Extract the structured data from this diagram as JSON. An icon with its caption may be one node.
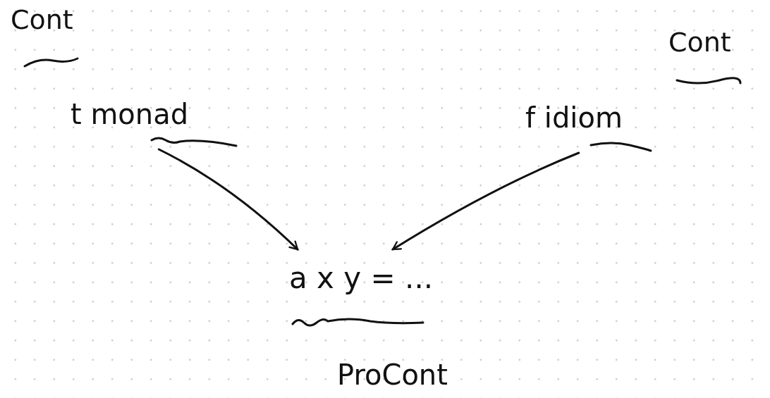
{
  "diagram": {
    "nodes": [
      {
        "text": [
          "t monad"
        ]
      },
      {
        "text": [
          "f idiom"
        ]
      },
      {
        "text": [
          "a x y = ..."
        ]
      }
    ],
    "edges": [
      {
        "from": 0,
        "to": 2,
        "arrow": "to"
      },
      {
        "from": 1,
        "to": 2,
        "arrow": "to"
      }
    ],
    "labels": [
      "Cont",
      "Cont",
      "ProCont"
    ]
  }
}
